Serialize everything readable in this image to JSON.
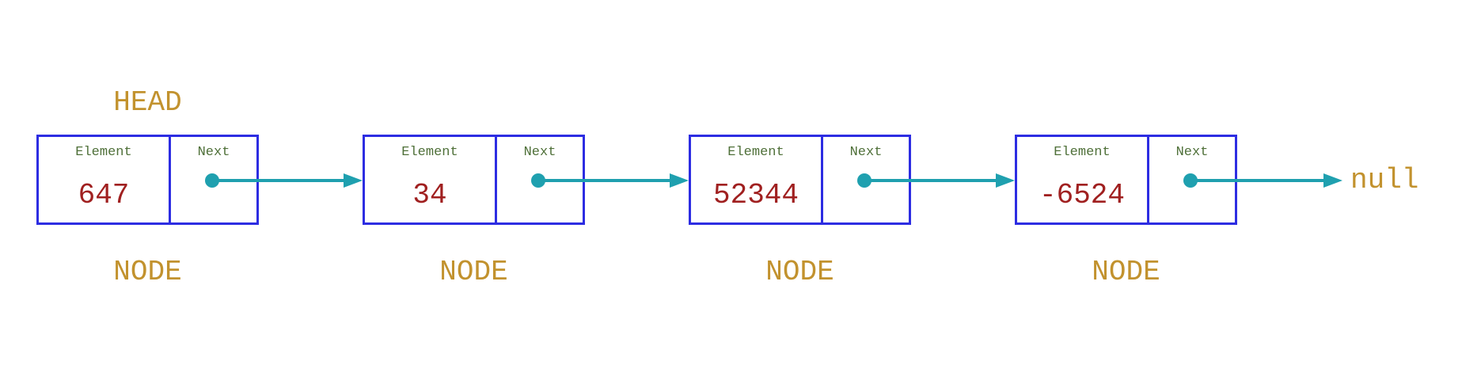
{
  "diagram": {
    "title": "singly-linked-list",
    "head_label": "HEAD",
    "null_label": "null",
    "element_label": "Element",
    "next_label": "Next",
    "nodes": [
      {
        "value": "647",
        "caption": "NODE"
      },
      {
        "value": "34",
        "caption": "NODE"
      },
      {
        "value": "52344",
        "caption": "NODE"
      },
      {
        "value": "-6524",
        "caption": "NODE"
      }
    ],
    "colors": {
      "box_border": "#2D2DE2",
      "field_label": "#4F7039",
      "value_text": "#A02020",
      "label_gold": "#C2922E",
      "pointer_teal": "#1FA0AF",
      "background": "#FFFFFF"
    }
  }
}
